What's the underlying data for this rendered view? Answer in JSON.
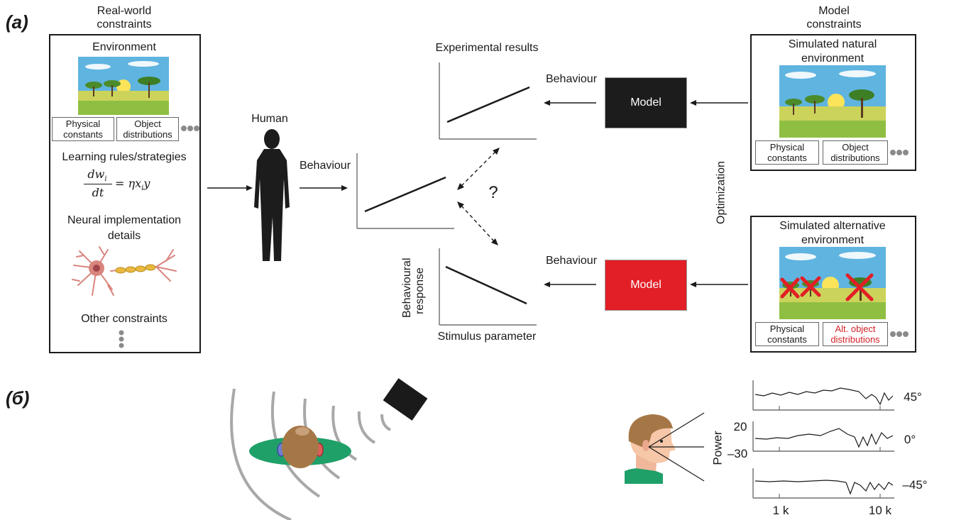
{
  "panel_a": {
    "label": "(a)",
    "real_world": {
      "header": "Real-world\nconstraints",
      "environment": "Environment",
      "physical_constants": "Physical\nconstants",
      "object_distributions": "Object\ndistributions",
      "learning_rules": "Learning rules/strategies",
      "eq_lhs_num": "dw",
      "eq_lhs_num_sub": "i",
      "eq_lhs_den": "dt",
      "eq_rhs": "= ηx",
      "eq_rhs_sub": "i",
      "eq_rhs_end": "y",
      "neural": "Neural implementation\ndetails",
      "other": "Other constraints"
    },
    "human": "Human",
    "behaviour_human": "Behaviour",
    "experimental_results": "Experimental results",
    "behaviour_top": "Behaviour",
    "behaviour_bottom": "Behaviour",
    "question": "?",
    "ylabel": "Behavioural\nresponse",
    "xlabel": "Stimulus parameter",
    "model_top": "Model",
    "model_bottom": "Model",
    "optimization": "Optimization",
    "model_constraints": {
      "header": "Model\nconstraints",
      "natural_title": "Simulated natural\nenvironment",
      "natural_physical": "Physical\nconstants",
      "natural_objects": "Object\ndistributions",
      "alt_title": "Simulated alternative\nenvironment",
      "alt_physical": "Physical\nconstants",
      "alt_objects": "Alt. object\ndistributions"
    },
    "colors": {
      "model_dark": "#1c1c1c",
      "model_red": "#e21f26",
      "alt_text": "#d2232a"
    }
  },
  "panel_b": {
    "label": "(б)",
    "power_label": "Power",
    "y_tick_top": "20",
    "y_tick_bottom": "–30",
    "angle_top": "45°",
    "angle_mid": "0°",
    "angle_bottom": "–45°",
    "x_tick_1": "1 k",
    "x_tick_2": "10 k"
  }
}
